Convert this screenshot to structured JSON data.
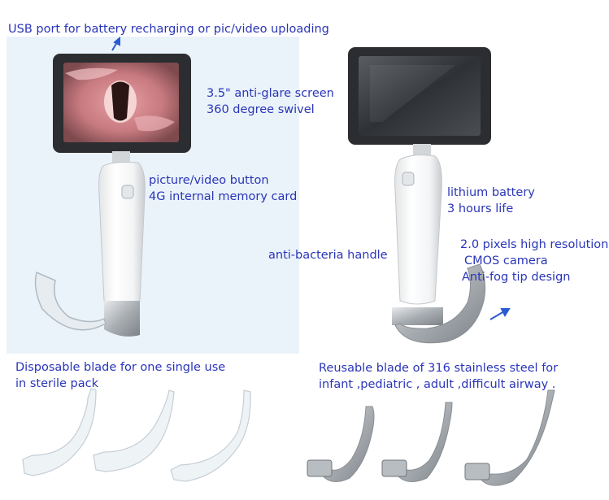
{
  "annotations": {
    "usb_port": "USB port for battery recharging or pic/video uploading",
    "screen_line1": "3.5\" anti-glare screen",
    "screen_line2": "360 degree swivel",
    "button_line1": "picture/video button",
    "button_line2": "4G internal memory card",
    "battery_line1": "lithium battery",
    "battery_line2": "3 hours life",
    "handle": "anti-bacteria handle",
    "camera_line1": "2.0 pixels high resolution",
    "camera_line2": "CMOS camera",
    "camera_line3": "Anti-fog tip design",
    "disposable_line1": "Disposable blade for one single use",
    "disposable_line2": "in sterile pack",
    "reusable_line1": "Reusable blade of 316 stainless steel for",
    "reusable_line2": "infant ,pediatric , adult ,difficult airway ."
  },
  "colors": {
    "label_text": "#2a35b8",
    "arrow": "#2a5bd0",
    "panel_left": "#eaf3fa"
  }
}
